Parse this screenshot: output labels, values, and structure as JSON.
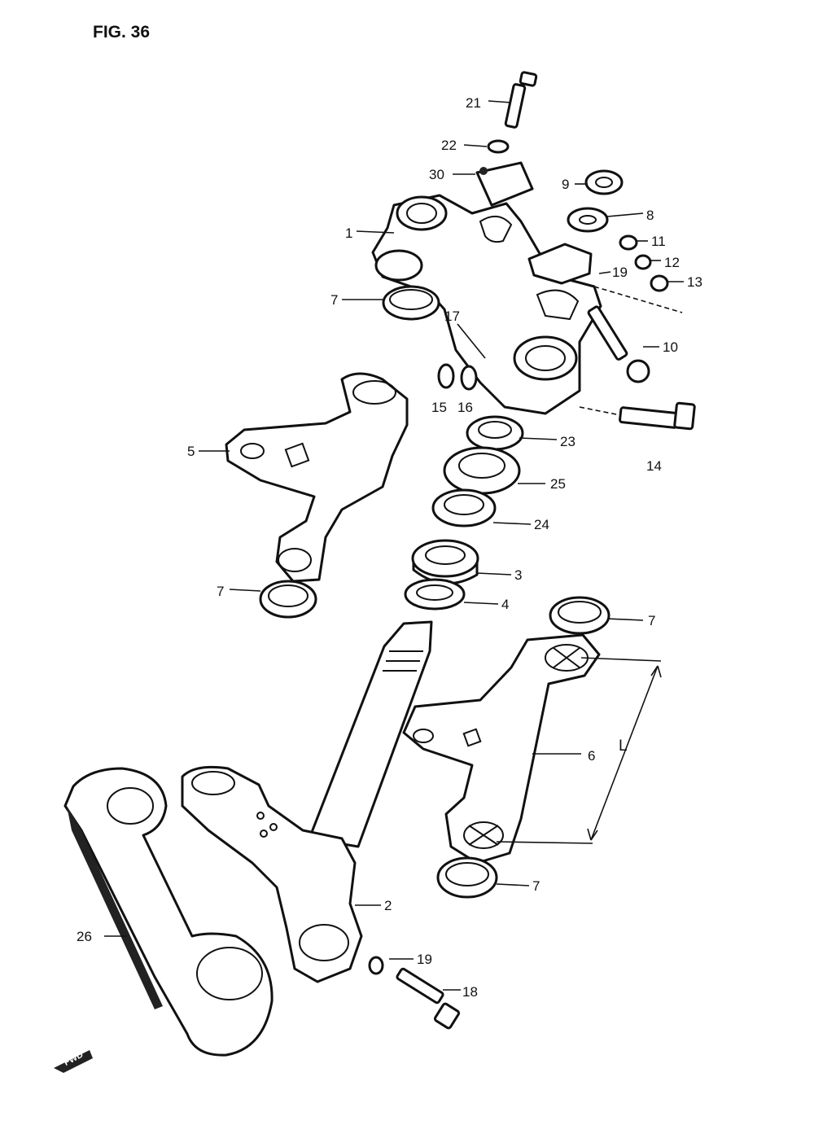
{
  "figure": {
    "title": "FIG. 36",
    "dimension_label": "L",
    "direction_marker": "FWD"
  },
  "labels": [
    {
      "id": "21",
      "text": "21"
    },
    {
      "id": "22",
      "text": "22"
    },
    {
      "id": "30",
      "text": "30"
    },
    {
      "id": "9",
      "text": "9"
    },
    {
      "id": "8",
      "text": "8"
    },
    {
      "id": "1",
      "text": "1"
    },
    {
      "id": "11",
      "text": "11"
    },
    {
      "id": "12",
      "text": "12"
    },
    {
      "id": "19a",
      "text": "19"
    },
    {
      "id": "13",
      "text": "13"
    },
    {
      "id": "7a",
      "text": "7"
    },
    {
      "id": "17",
      "text": "17"
    },
    {
      "id": "10",
      "text": "10"
    },
    {
      "id": "15",
      "text": "15"
    },
    {
      "id": "16",
      "text": "16"
    },
    {
      "id": "23",
      "text": "23"
    },
    {
      "id": "14",
      "text": "14"
    },
    {
      "id": "5",
      "text": "5"
    },
    {
      "id": "25",
      "text": "25"
    },
    {
      "id": "24",
      "text": "24"
    },
    {
      "id": "3",
      "text": "3"
    },
    {
      "id": "7b",
      "text": "7"
    },
    {
      "id": "4",
      "text": "4"
    },
    {
      "id": "7c",
      "text": "7"
    },
    {
      "id": "6",
      "text": "6"
    },
    {
      "id": "7d",
      "text": "7"
    },
    {
      "id": "2",
      "text": "2"
    },
    {
      "id": "26",
      "text": "26"
    },
    {
      "id": "19b",
      "text": "19"
    },
    {
      "id": "18",
      "text": "18"
    }
  ]
}
